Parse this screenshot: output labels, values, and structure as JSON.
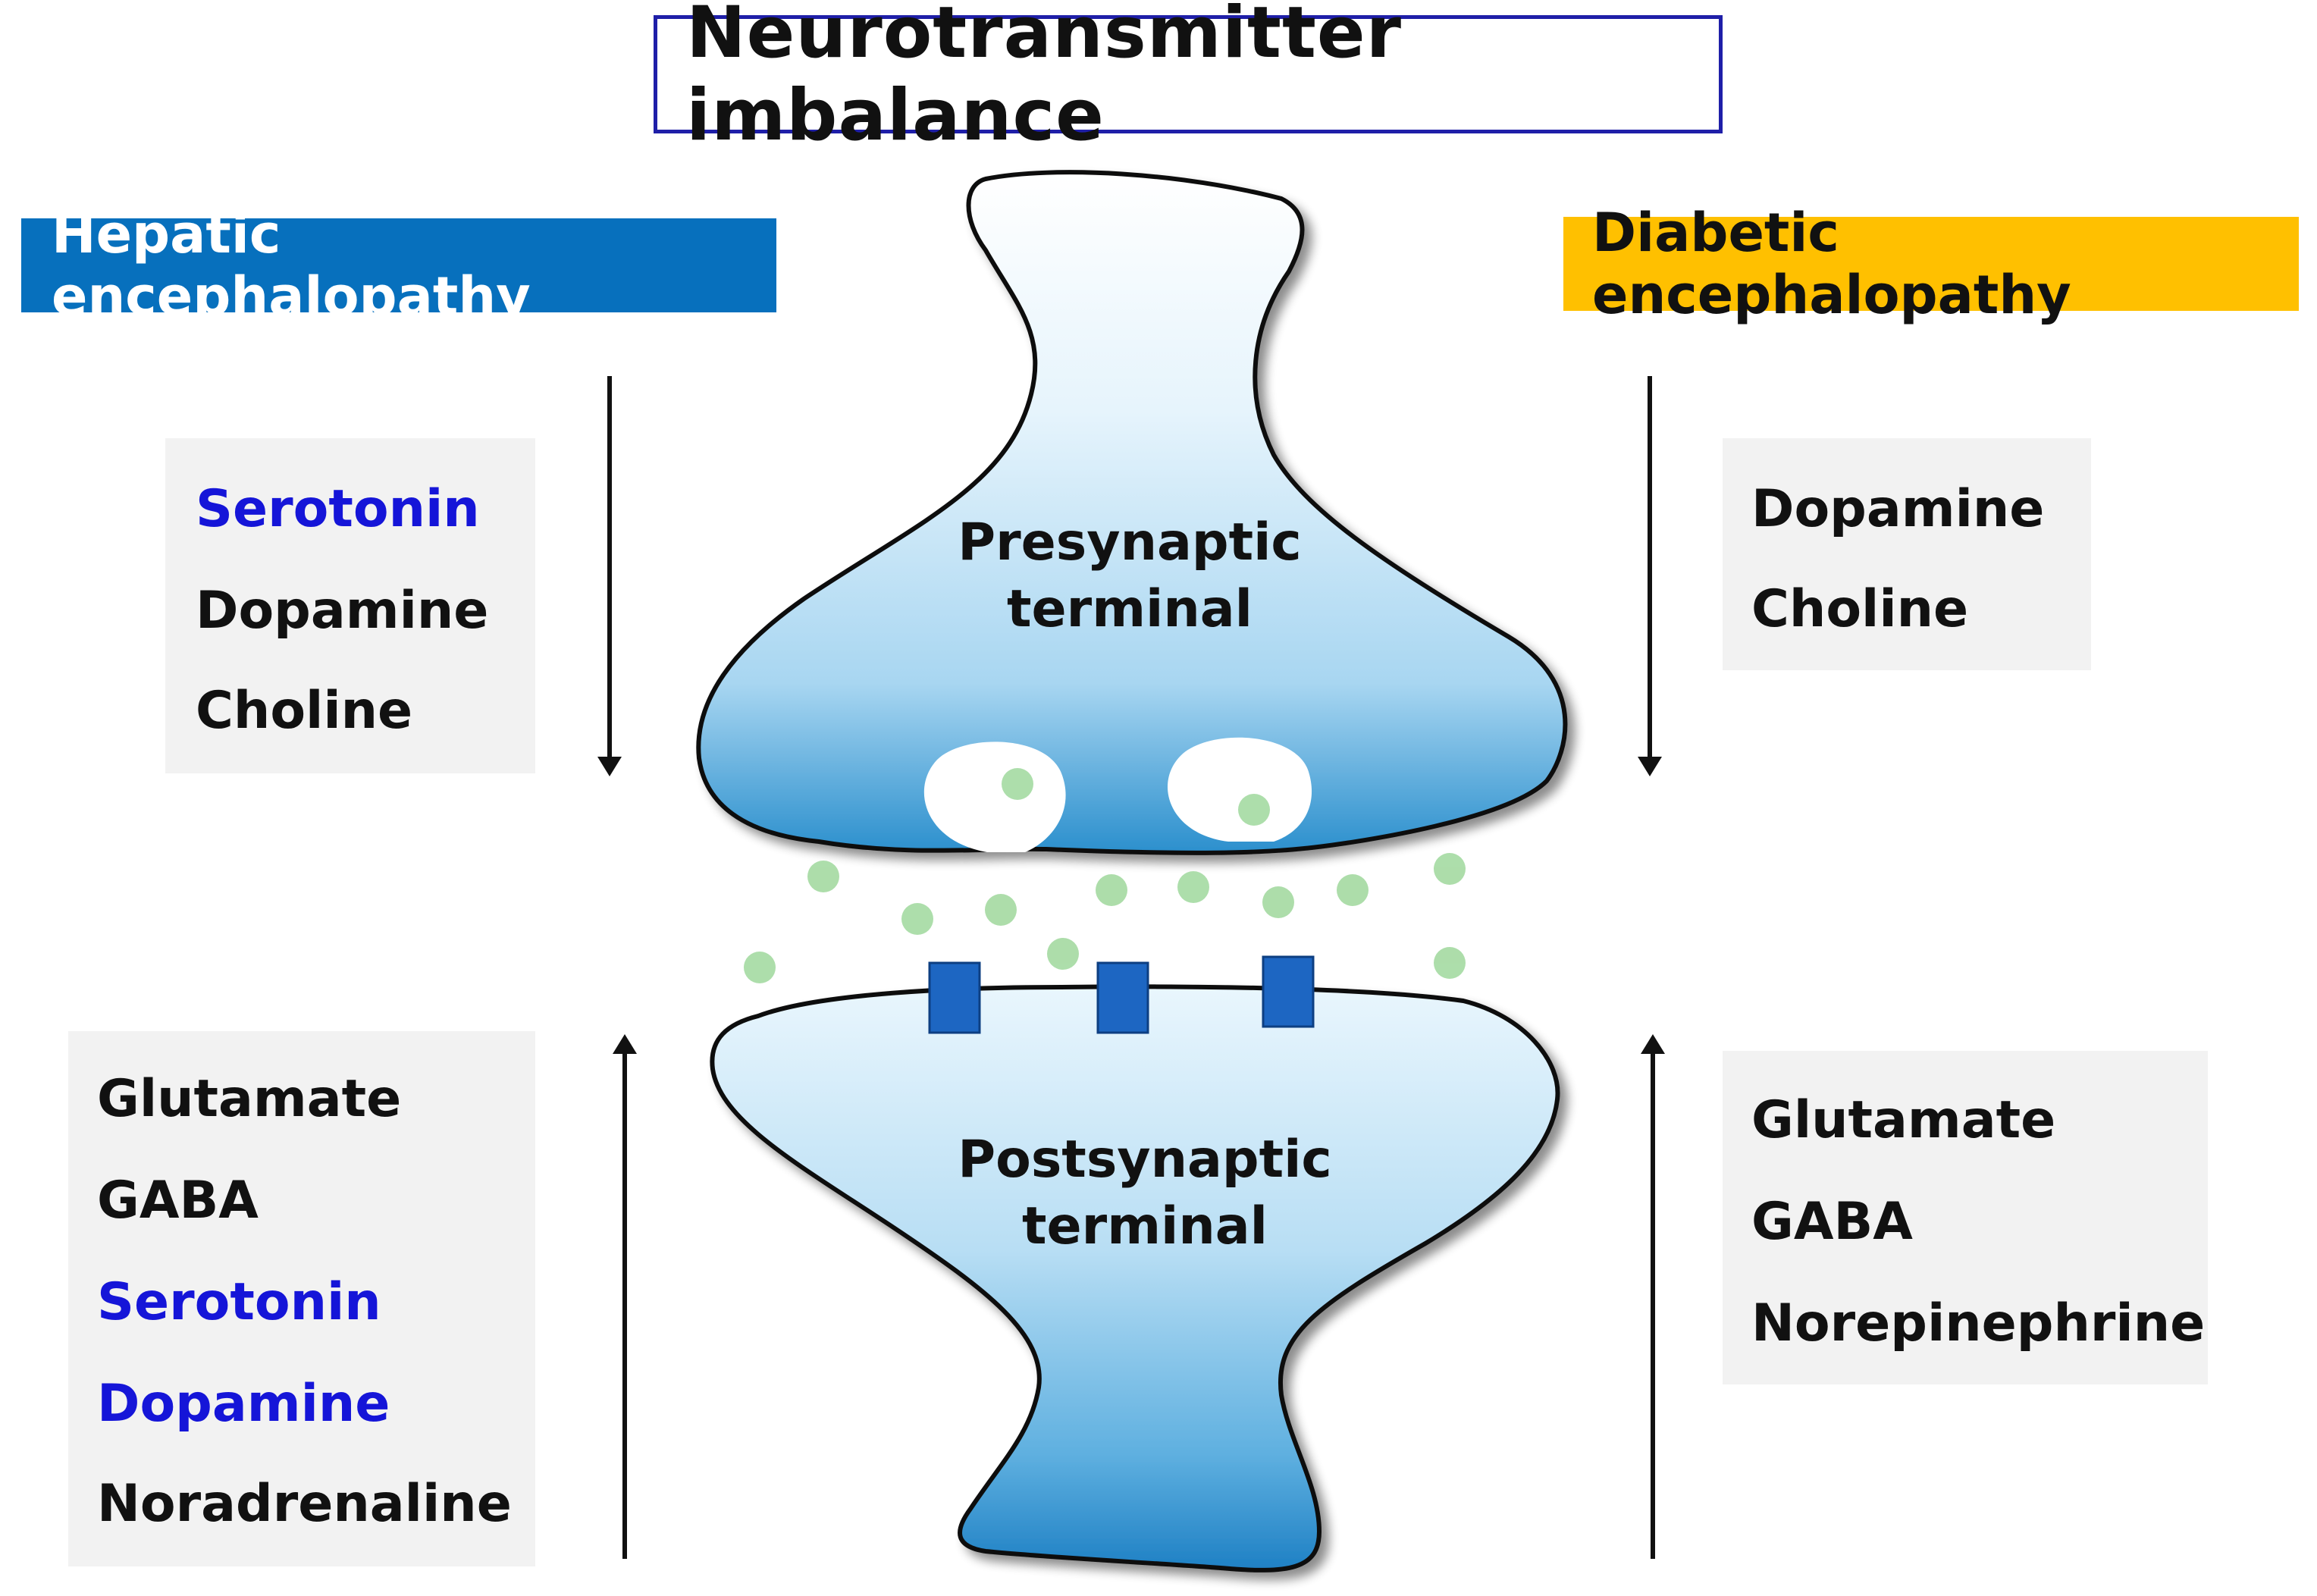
{
  "title": "Neurotransmitter imbalance",
  "hepatic": {
    "heading": "Hepatic encephalopathy",
    "decreased": [
      {
        "name": "Serotonin",
        "highlight": true
      },
      {
        "name": "Dopamine",
        "highlight": false
      },
      {
        "name": "Choline",
        "highlight": false
      }
    ],
    "increased": [
      {
        "name": "Glutamate",
        "highlight": false
      },
      {
        "name": "GABA",
        "highlight": false
      },
      {
        "name": "Serotonin",
        "highlight": true
      },
      {
        "name": "Dopamine",
        "highlight": true
      },
      {
        "name": "Noradrenaline",
        "highlight": false
      }
    ]
  },
  "diabetic": {
    "heading": "Diabetic encephalopathy",
    "decreased": [
      {
        "name": "Dopamine",
        "highlight": false
      },
      {
        "name": "Choline",
        "highlight": false
      }
    ],
    "increased": [
      {
        "name": "Glutamate",
        "highlight": false
      },
      {
        "name": "GABA",
        "highlight": false
      },
      {
        "name": "Norepinephrine",
        "highlight": false
      }
    ]
  },
  "synapse": {
    "presynaptic_line1": "Presynaptic",
    "presynaptic_line2": "terminal",
    "postsynaptic_line1": "Postsynaptic",
    "postsynaptic_line2": "terminal"
  },
  "colors": {
    "hepatic_banner": "#0770bd",
    "diabetic_banner": "#ffc000",
    "title_border": "#1f1fa8",
    "highlight_text": "#1515d8",
    "normal_text": "#111111",
    "list_box": "#f2f2f2",
    "neuron_fill_light": "#e3f3fc",
    "neuron_fill_dark": "#1e8ac8",
    "vesicle_dot": "#a9dca6",
    "receptor": "#1d66c2"
  },
  "arrows": {
    "hepatic_top": "down",
    "hepatic_bottom": "up",
    "diabetic_top": "down",
    "diabetic_bottom": "up"
  }
}
